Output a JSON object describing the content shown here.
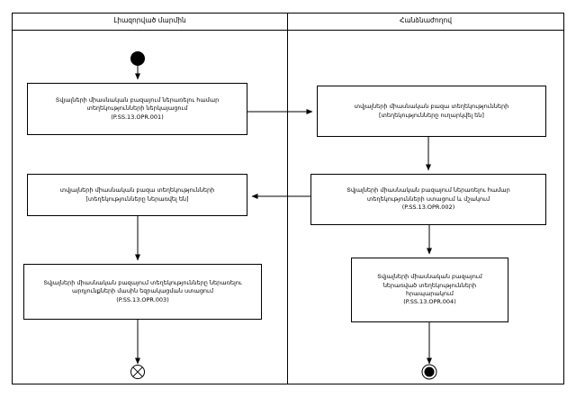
{
  "diagram": {
    "swimlanes": [
      {
        "id": "lane-left",
        "title": "Լիազորված մարմին"
      },
      {
        "id": "lane-right",
        "title": "Հանձնաժողով"
      }
    ],
    "nodes": [
      {
        "id": "start-node",
        "name": "start-node",
        "type": "initial-node",
        "label": ""
      },
      {
        "id": "activity-1",
        "name": "activity-submit-documents",
        "type": "activity",
        "label": "Տվյալների միասնական բազայում ներառելու համար\nտեղեկությունների ներկայացում\n(P.SS.13.OPR.001)"
      },
      {
        "id": "activity-2",
        "name": "activity-receive-documents",
        "type": "activity",
        "label": "տվյալների միասնական բազա տեղեկությունների\n[տեղեկությունները ուղարկվել են]"
      },
      {
        "id": "activity-3",
        "name": "activity-verify-documents",
        "type": "activity",
        "label": "Տվյալների միասնական բազայում ներառելու համար\nտեղեկությունների ստացում և մշակում\n(P.SS.13.OPR.002)"
      },
      {
        "id": "activity-4",
        "name": "activity-documents-entered",
        "type": "activity",
        "label": "տվյալների միասնական բազա տեղեկությունների\n[տեղեկությունները ներառվել են]"
      },
      {
        "id": "activity-5",
        "name": "activity-results-report",
        "type": "activity",
        "label": "Տվյալների միասնական բազայում տեղեկությունները ներառելու\nարդյունքների մասին եզրակացման ստացում\n(P.SS.13.OPR.003)"
      },
      {
        "id": "activity-6",
        "name": "activity-publish-documents",
        "type": "activity",
        "label": "Տվյալների միասնական բազայում\nներառված տեղեկությունների\nհրապարակում\n(P.SS.13.OPR.004)"
      },
      {
        "id": "end-node-left",
        "name": "flow-final-node",
        "type": "flow-final",
        "label": ""
      },
      {
        "id": "end-node-right",
        "name": "activity-final-node",
        "type": "activity-final",
        "label": ""
      }
    ]
  }
}
